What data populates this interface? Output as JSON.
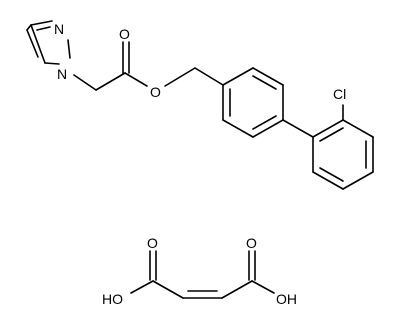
{
  "molecule": {
    "atoms": {
      "imidazole_n3": "N",
      "imidazole_n1": "N",
      "carbonyl_o1": "O",
      "ester_o": "O",
      "chloro": "Cl"
    }
  },
  "counterion": {
    "atoms": {
      "carbonyl_o_left": "O",
      "carbonyl_o_right": "O",
      "hydroxyl_left": "HO",
      "hydroxyl_right": "OH"
    }
  },
  "colors": {
    "bond": "#000000",
    "text": "#000000",
    "background": "#ffffff"
  }
}
